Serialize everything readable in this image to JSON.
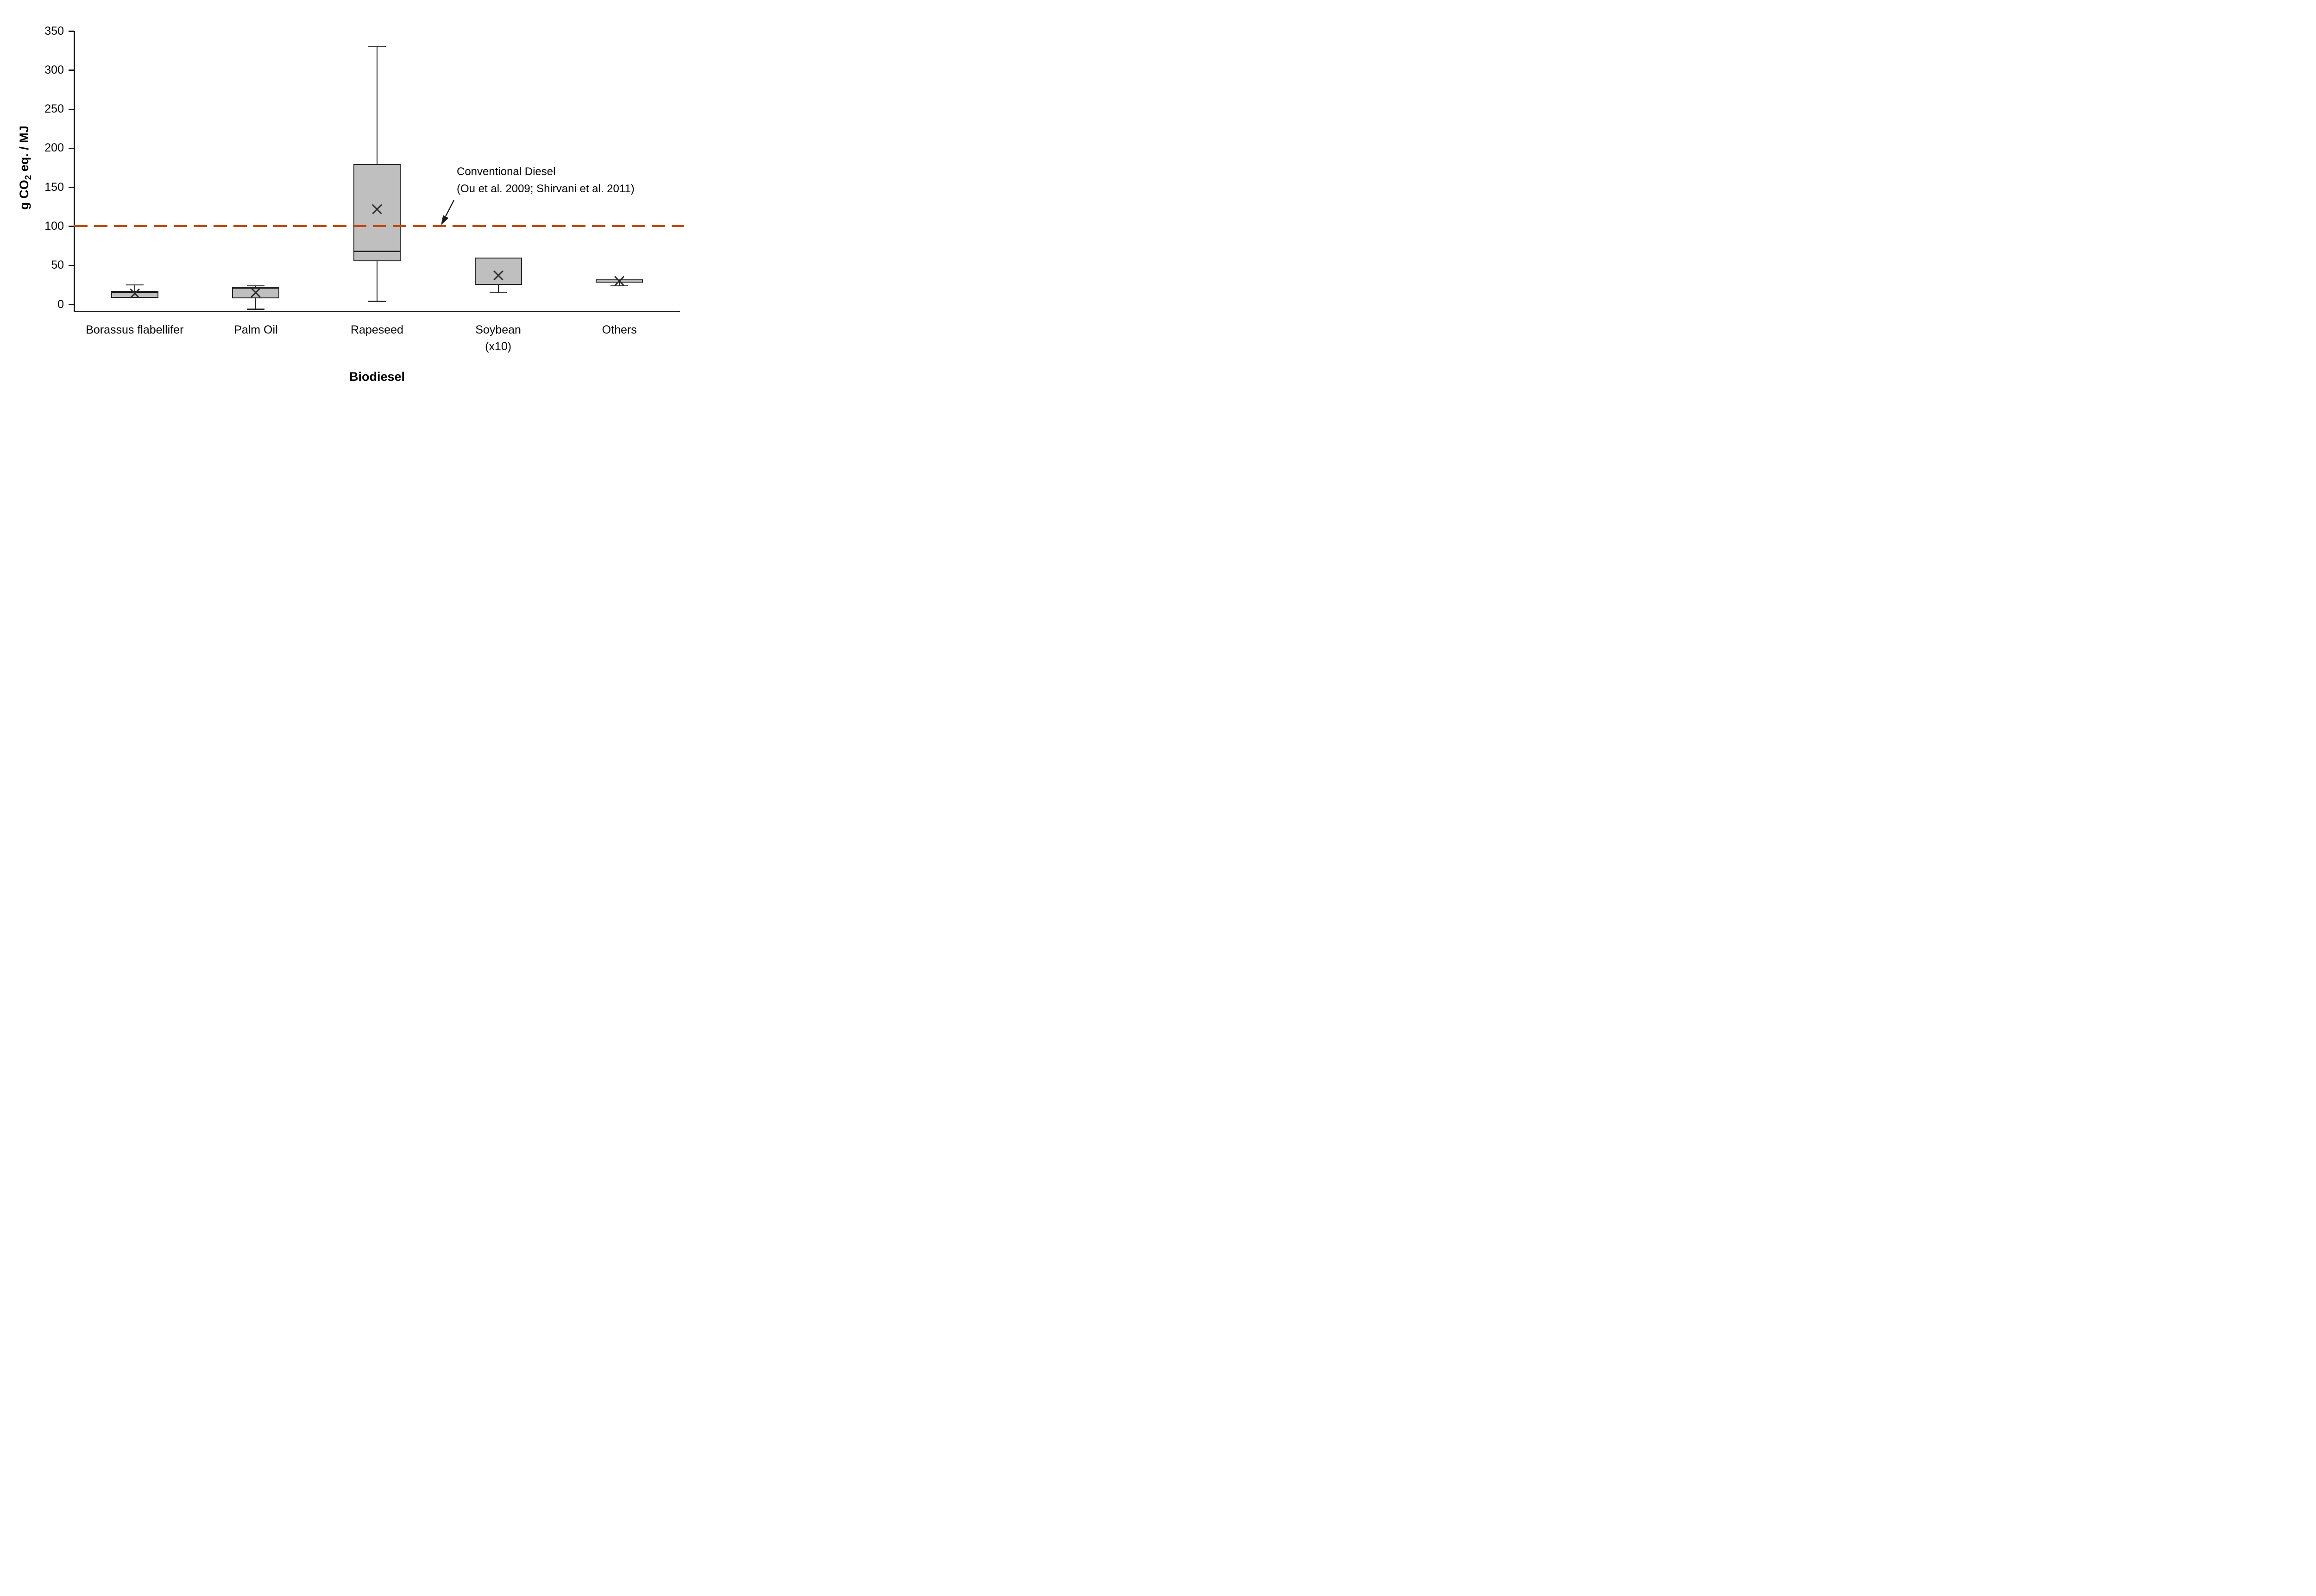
{
  "chart_data": {
    "type": "boxplot",
    "title": null,
    "xlabel": "Biodiesel",
    "ylabel_parts": {
      "pre": "g CO",
      "sub": "2",
      "post": " eq. / MJ"
    },
    "ylim": [
      -10,
      350
    ],
    "yticks": [
      350,
      300,
      250,
      200,
      150,
      100,
      50,
      0
    ],
    "grid": false,
    "legend": null,
    "categories": [
      "Borassus flabellifer",
      "Palm Oil",
      "Rapeseed",
      "Soybean",
      "Others"
    ],
    "series": [
      {
        "label": "Borassus flabellifer",
        "sublabel": null,
        "q1": 8,
        "median": 16,
        "q3": 17,
        "whisker_low": null,
        "whisker_high": 25,
        "mean": 14
      },
      {
        "label": "Palm Oil",
        "sublabel": null,
        "q1": 8,
        "median": 21,
        "q3": 22,
        "whisker_low": -6,
        "whisker_high": 24,
        "mean": 15
      },
      {
        "label": "Rapeseed",
        "sublabel": null,
        "q1": 55,
        "median": 68,
        "q3": 180,
        "whisker_low": 4,
        "whisker_high": 330,
        "mean": 122
      },
      {
        "label": "Soybean",
        "sublabel": "(x10)",
        "q1": 25,
        "median": null,
        "q3": 60,
        "whisker_low": 15,
        "whisker_high": null,
        "mean": 37
      },
      {
        "label": "Others",
        "sublabel": null,
        "q1": 28,
        "median": null,
        "q3": 32,
        "whisker_low": 24,
        "whisker_high": null,
        "mean": 30
      }
    ],
    "reference_line": {
      "value": 100,
      "color": "#C04A0B",
      "annotation_line1": "Conventional Diesel",
      "annotation_line2": "(Ou et al. 2009; Shirvani et al. 2011)"
    },
    "colors": {
      "box_fill": "#BFBFBF",
      "box_border": "#262626",
      "axis": "#1A1A1A",
      "mean_marker": "#2B2B2B",
      "reference": "#C04A0B"
    }
  }
}
